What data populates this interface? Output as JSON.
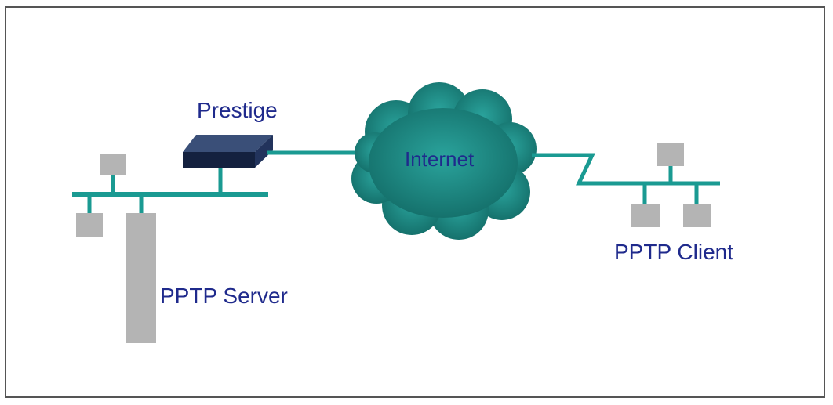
{
  "labels": {
    "prestige": "Prestige",
    "internet": "Internet",
    "pptp_server": "PPTP Server",
    "pptp_client": "PPTP Client"
  },
  "colors": {
    "network_line": "#1a9a92",
    "cloud_fill": "#1a8a84",
    "host_box": "#b4b4b4",
    "router_top": "#3a4f78",
    "router_front": "#14213f",
    "label_text": "#1f2a8c"
  },
  "icons": {
    "router": "router-icon",
    "cloud": "cloud-icon",
    "host": "computer-icon",
    "server": "server-icon"
  }
}
